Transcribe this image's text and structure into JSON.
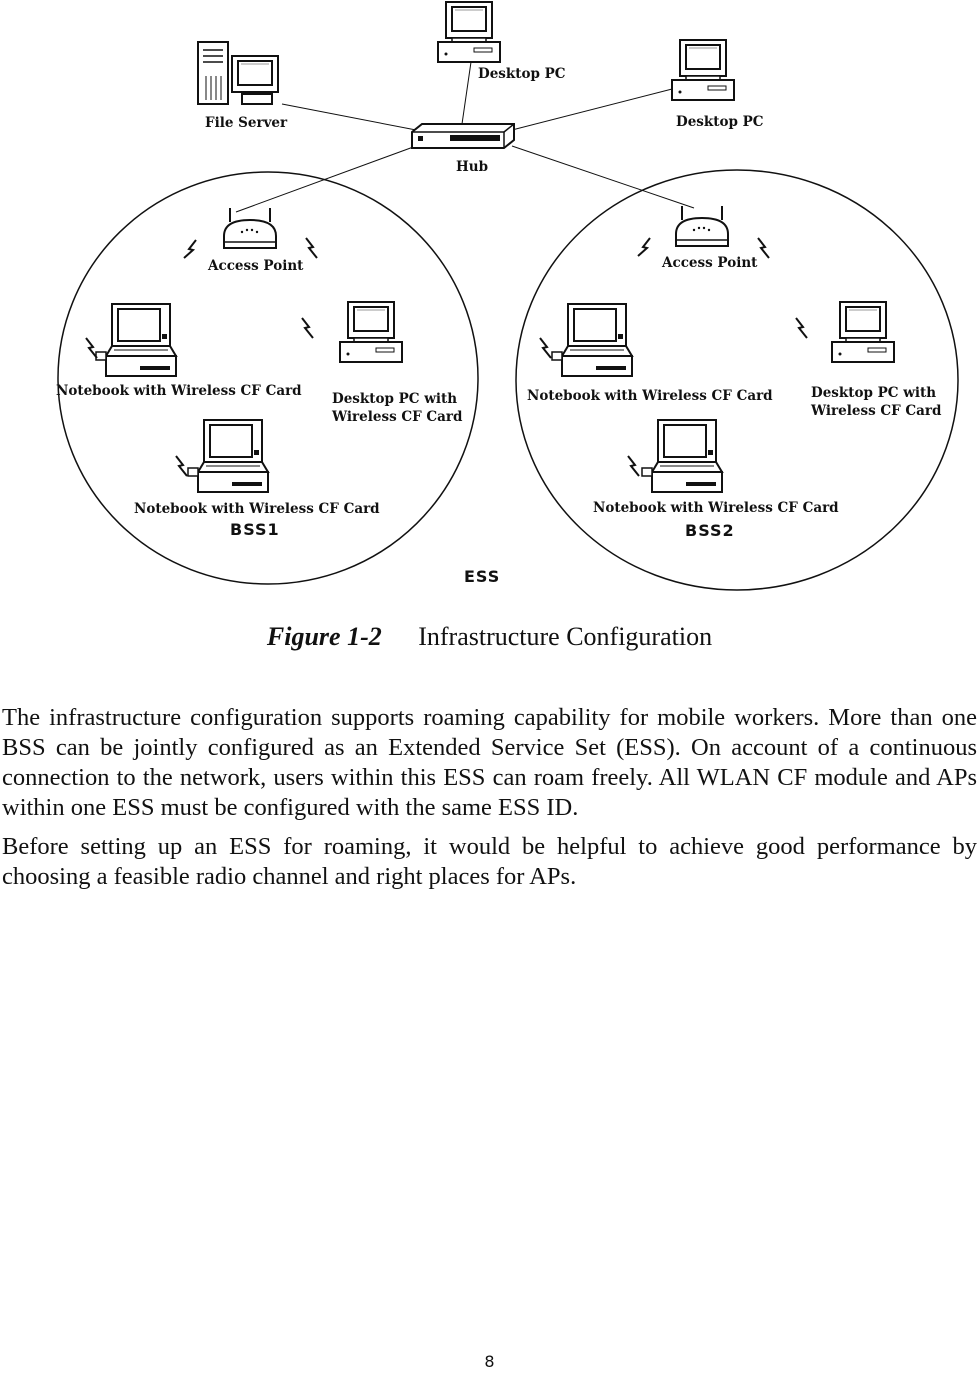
{
  "diagram": {
    "wired": {
      "file_server": "File Server",
      "desktop_pc_top": "Desktop PC",
      "desktop_pc_right": "Desktop PC",
      "hub": "Hub"
    },
    "bss1": {
      "name": "BSS1",
      "access_point": "Access Point",
      "notebook_1": "Notebook with Wireless CF Card",
      "desktop_line1": "Desktop PC with",
      "desktop_line2": "Wireless CF Card",
      "notebook_2": "Notebook with Wireless CF Card"
    },
    "bss2": {
      "name": "BSS2",
      "access_point": "Access Point",
      "notebook_1": "Notebook with Wireless CF Card",
      "desktop_line1": "Desktop PC with",
      "desktop_line2": "Wireless CF Card",
      "notebook_2": "Notebook with Wireless CF Card"
    },
    "ess": "ESS"
  },
  "caption": {
    "figure_number": "Figure 1-2",
    "title": "Infrastructure Configuration"
  },
  "body": {
    "paragraph_1": "The infrastructure configuration supports roaming capability for mobile workers. More than one BSS can be jointly configured as an Extended Service Set (ESS). On account of a continuous connection to the network, users within this ESS can roam freely. All WLAN CF module and APs within one ESS must be configured with the same ESS ID.",
    "paragraph_2": "Before setting up an ESS for roaming, it would be helpful to achieve good performance by choosing a feasible radio channel and right places for APs."
  },
  "page_number": "8"
}
